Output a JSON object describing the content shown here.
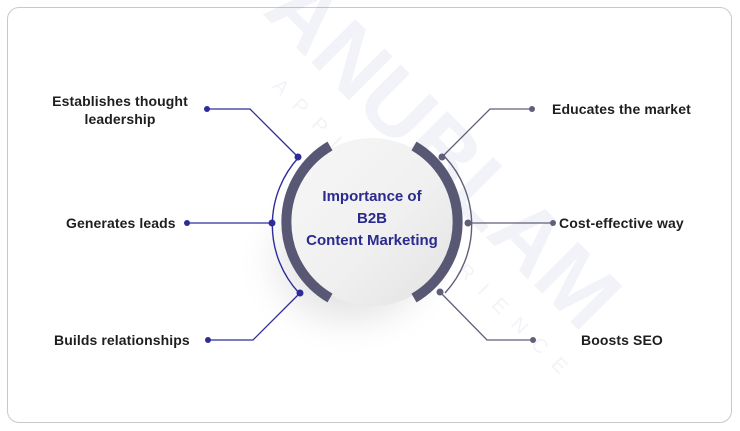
{
  "diagram": {
    "title_lines": [
      "Importance of",
      "B2B",
      "Content Marketing"
    ],
    "left_items": [
      {
        "label_lines": [
          "Establishes thought",
          "leadership"
        ]
      },
      {
        "label_lines": [
          "Generates leads"
        ]
      },
      {
        "label_lines": [
          "Builds relationships"
        ]
      }
    ],
    "right_items": [
      {
        "label_lines": [
          "Educates the market"
        ]
      },
      {
        "label_lines": [
          "Cost-effective way"
        ]
      },
      {
        "label_lines": [
          "Boosts SEO"
        ]
      }
    ],
    "watermark": {
      "brand": "ANUBLAM",
      "tagline": "APPLY EXPERIENCE"
    },
    "colors": {
      "left_accent": "#2d2d9a",
      "right_accent": "#5f5f7a",
      "thick_arc": "#585874",
      "title_text": "#2a2a8f",
      "label_text": "#1e1e1e",
      "border": "#c9c9c9"
    }
  }
}
